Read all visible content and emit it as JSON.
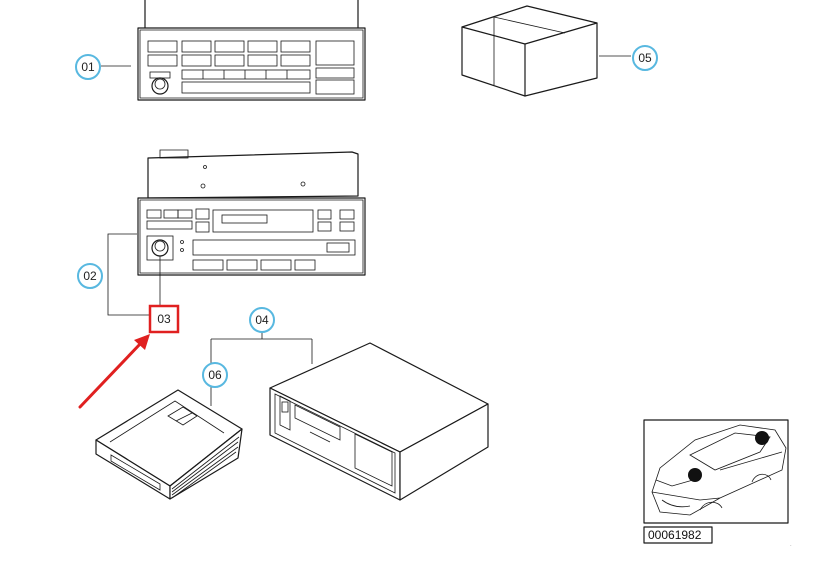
{
  "callouts": {
    "c01": "01",
    "c02": "02",
    "c03": "03",
    "c04": "04",
    "c05": "05",
    "c06": "06"
  },
  "reference_code": "00061982",
  "colors": {
    "callout_ring": "#58b8e0",
    "highlight": "#e02020",
    "line": "#1a1a1a"
  },
  "highlighted_callout": "03"
}
